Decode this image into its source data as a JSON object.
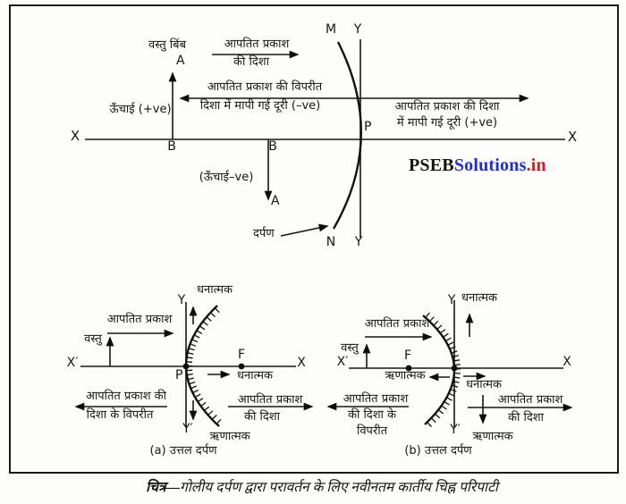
{
  "watermark": {
    "pseb": "PSEB",
    "solutions": "Solutions",
    "dot_in": ".in",
    "pseb_color": "#141414",
    "solutions_color": "#2230c8",
    "dot_in_color": "#c42222"
  },
  "top": {
    "object_label": "वस्तु बिंब",
    "incident_dir_l1": "आपतित प्रकाश",
    "incident_dir_l2": "की दिशा",
    "opp_dist_l1": "आपतित प्रकाश की विपरीत",
    "opp_dist_l2": "दिशा में मापी गई दूरी (–ve)",
    "pos_dist_l1": "आपतित प्रकाश की दिशा",
    "pos_dist_l2": "में मापी गई दूरी (+ve)",
    "height_pos": "ऊँचाई (+ve)",
    "height_neg": "(ऊँचाई–ve)",
    "mirror_label": "दर्पण",
    "pt_a_top": "A",
    "pt_a_bottom": "A",
    "pt_b1": "B",
    "pt_b2": "B",
    "pt_m": "M",
    "pt_n": "N",
    "pt_p": "P",
    "x_left": "X",
    "x_right": "X",
    "y_top": "Y",
    "y_bottom": "Y"
  },
  "a": {
    "positive_top": "धनात्मक",
    "y_top": "Y",
    "y_bottom": "Y′",
    "x_left": "X′",
    "x_right": "X",
    "incident_light": "आपतित प्रकाश",
    "object_label": "वस्तु",
    "pole": "P",
    "focus": "F",
    "positive_axis": "धनात्मक",
    "negative_bottom": "ऋणात्मक",
    "opp_l1": "आपतित प्रकाश की",
    "opp_l2": "दिशा के विपरीत",
    "dir_l1": "आपतित प्रकाश",
    "dir_l2": "की दिशा",
    "caption": "(a) उत्तल दर्पण"
  },
  "b": {
    "positive_top": "धनात्मक",
    "y_top": "Y",
    "y_bottom": "Y′",
    "x_left": "X′",
    "x_right": "X",
    "incident_light": "आपतित प्रकाश",
    "object_label": "वस्तु",
    "focus": "F",
    "negative_axis": "ऋणात्मक",
    "positive_axis": "धनात्मक",
    "negative_bottom": "ऋणात्मक",
    "opp_l1": "आपतित प्रकाश",
    "opp_l2": "की दिशा के",
    "opp_l3": "विपरीत",
    "dir_l1": "आपतित प्रकाश",
    "dir_l2": "की दिशा",
    "caption": "(b) उत्तल दर्पण"
  },
  "caption": {
    "prefix": "चित्र—",
    "text": "गोलीय दर्पण द्वारा परावर्तन के लिए नवीनतम कार्तीय चिह्न परिपाटी"
  }
}
